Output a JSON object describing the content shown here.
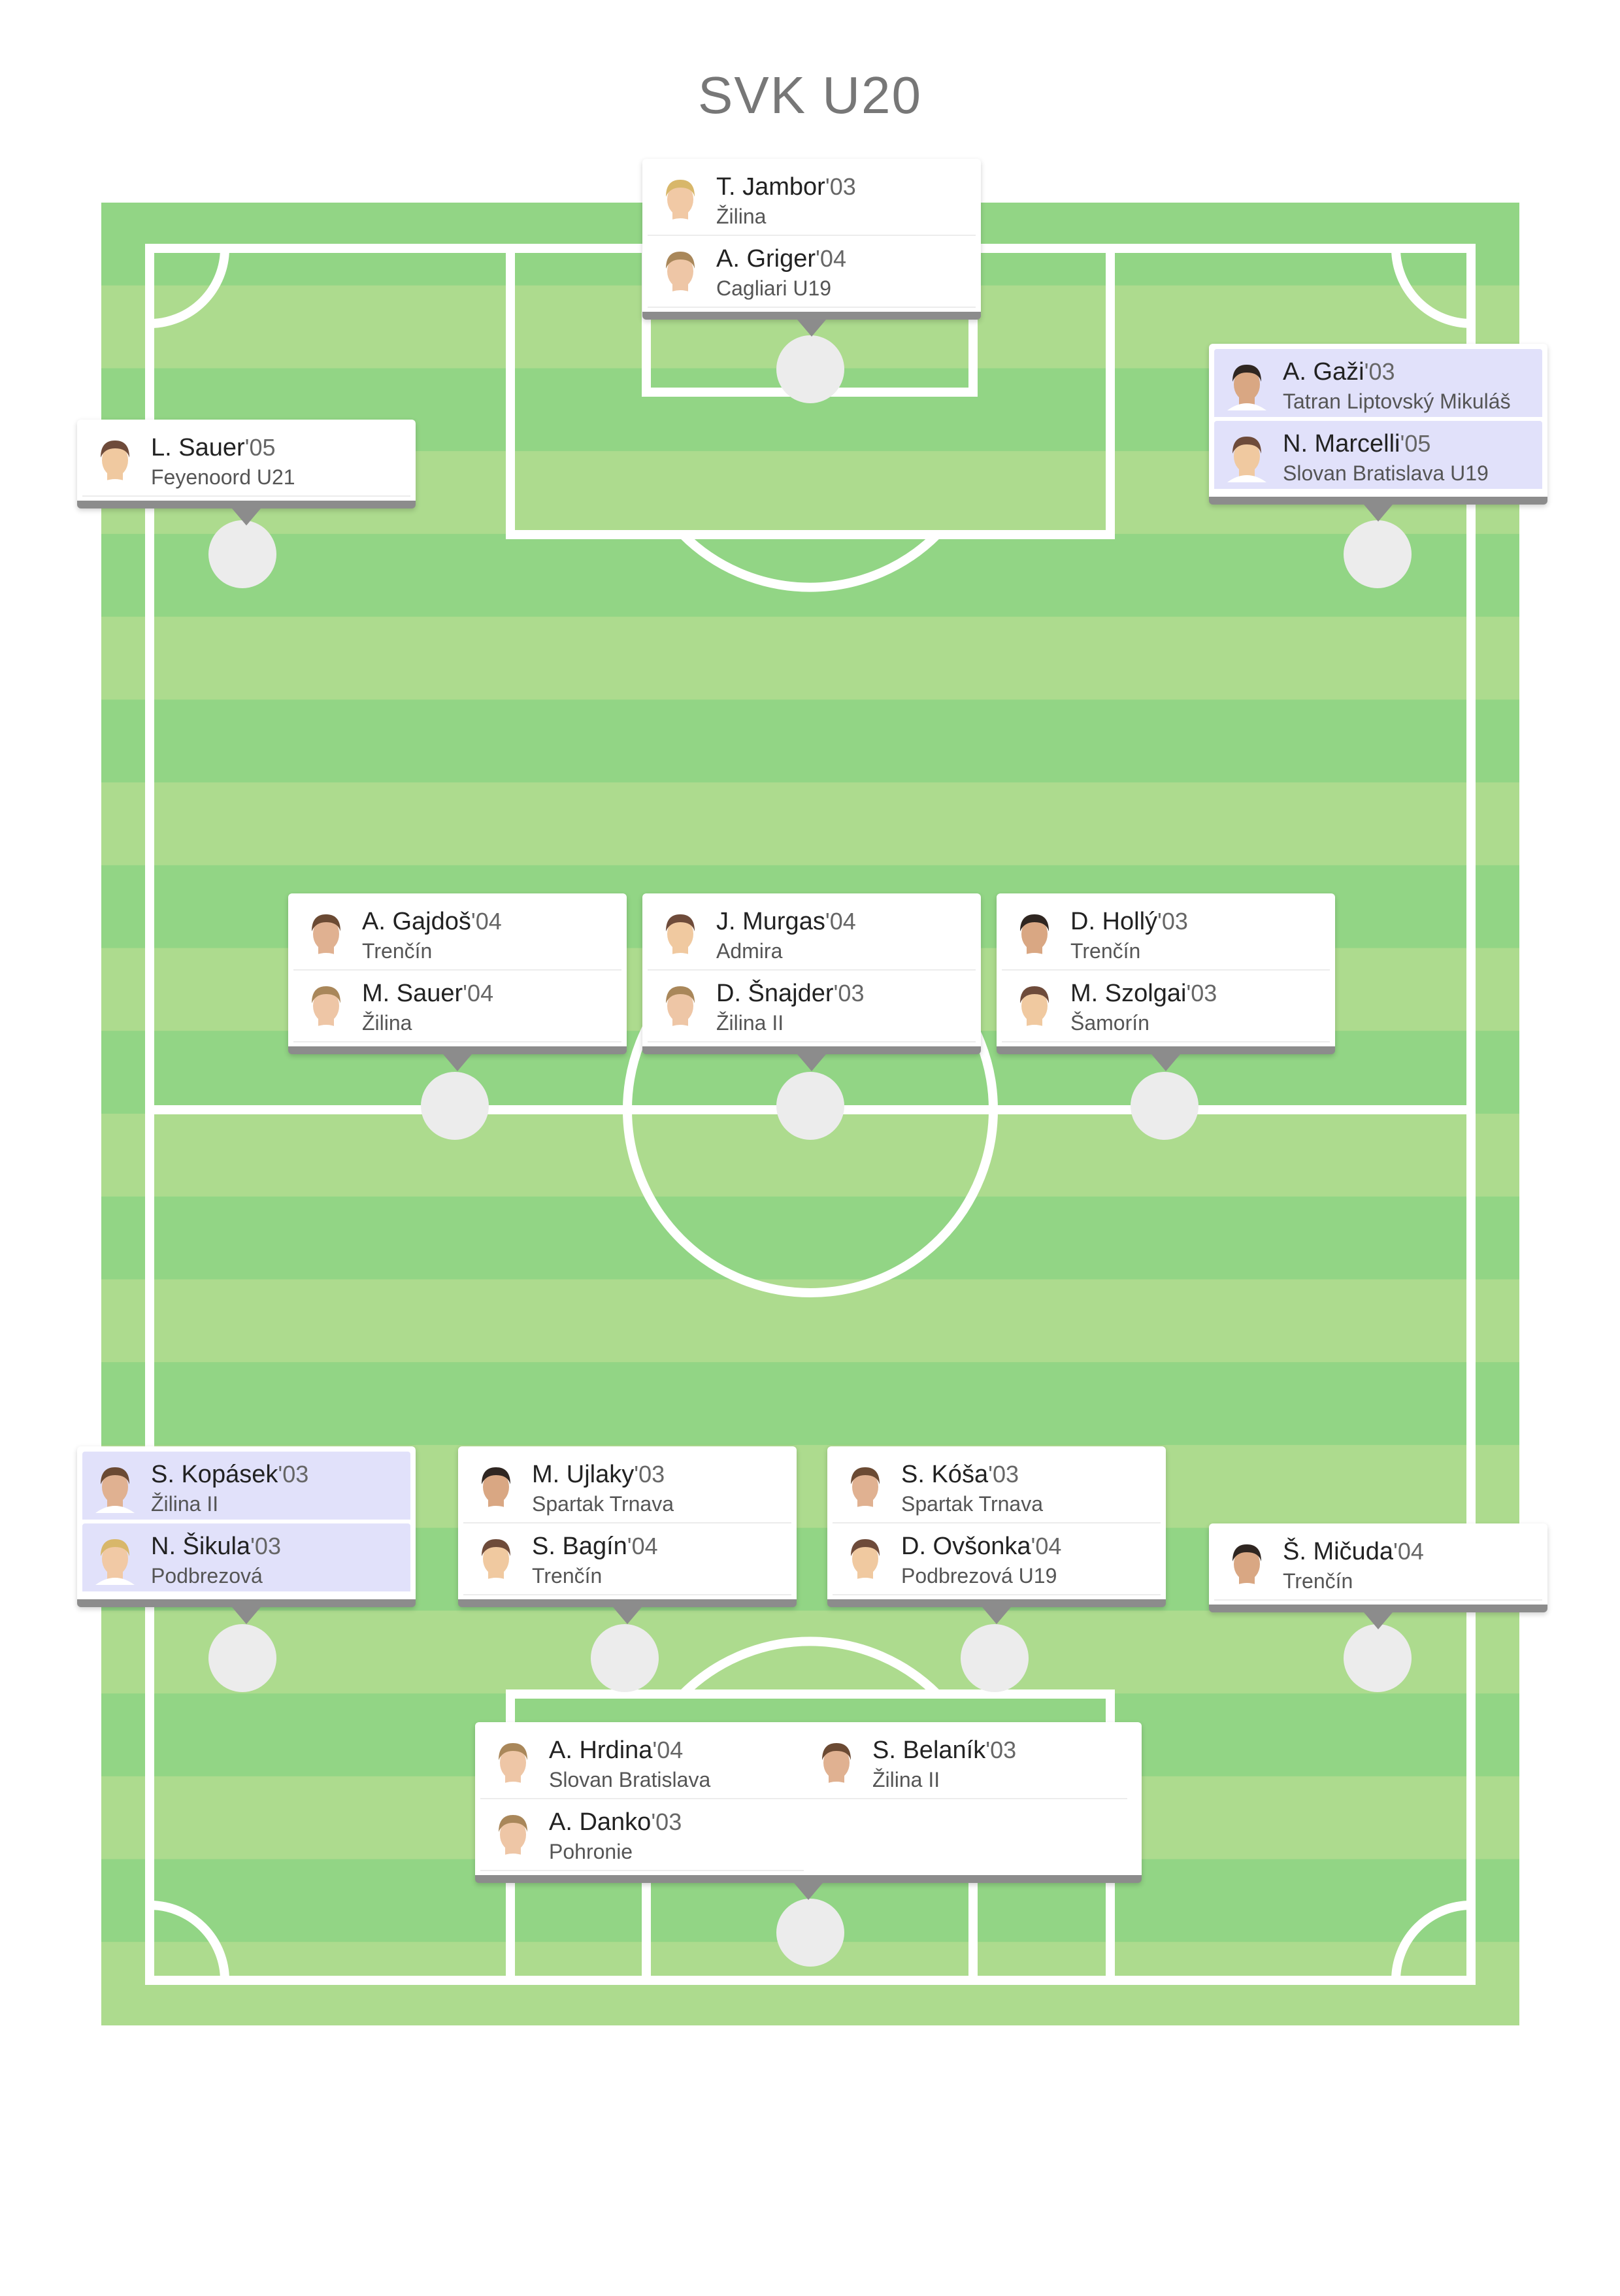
{
  "title": "SVK U20",
  "colors": {
    "stripe_dark": "#92d585",
    "stripe_light": "#addb8e",
    "line": "#ffffff",
    "marker": "#ececec",
    "highlight": "#e1e1fa",
    "card_shadow_bar": "#8c8c8c"
  },
  "positions": {
    "gk": {
      "players": [
        {
          "name": "T. Jambor",
          "year": "'03",
          "club": "Žilina",
          "highlight": false,
          "avatar": "blond"
        },
        {
          "name": "A. Griger",
          "year": "'04",
          "club": "Cagliari U19",
          "highlight": false,
          "avatar": "photo-light"
        }
      ]
    },
    "lw": {
      "players": [
        {
          "name": "L. Sauer",
          "year": "'05",
          "club": "Feyenoord U21",
          "highlight": false,
          "avatar": "placeholder"
        }
      ]
    },
    "rw": {
      "players": [
        {
          "name": "A. Gaži",
          "year": "'03",
          "club": "Tatran Liptovský Mikuláš",
          "highlight": true,
          "avatar": "photo-dark"
        },
        {
          "name": "N. Marcelli",
          "year": "'05",
          "club": "Slovan Bratislava U19",
          "highlight": true,
          "avatar": "placeholder"
        }
      ]
    },
    "cm_left": {
      "players": [
        {
          "name": "A. Gajdoš",
          "year": "'04",
          "club": "Trenčín",
          "highlight": false,
          "avatar": "photo-brown"
        },
        {
          "name": "M. Sauer",
          "year": "'04",
          "club": "Žilina",
          "highlight": false,
          "avatar": "photo-light"
        }
      ]
    },
    "cm_center": {
      "players": [
        {
          "name": "J. Murgas",
          "year": "'04",
          "club": "Admira",
          "highlight": false,
          "avatar": "placeholder"
        },
        {
          "name": "D. Šnajder",
          "year": "'03",
          "club": "Žilina II",
          "highlight": false,
          "avatar": "photo-light"
        }
      ]
    },
    "cm_right": {
      "players": [
        {
          "name": "D. Hollý",
          "year": "'03",
          "club": "Trenčín",
          "highlight": false,
          "avatar": "photo-dark"
        },
        {
          "name": "M. Szolgai",
          "year": "'03",
          "club": "Šamorín",
          "highlight": false,
          "avatar": "placeholder"
        }
      ]
    },
    "lb": {
      "players": [
        {
          "name": "S. Kopásek",
          "year": "'03",
          "club": "Žilina II",
          "highlight": true,
          "avatar": "photo-brown"
        },
        {
          "name": "N. Šikula",
          "year": "'03",
          "club": "Podbrezová",
          "highlight": true,
          "avatar": "blond"
        }
      ]
    },
    "cb_left": {
      "players": [
        {
          "name": "M. Ujlaky",
          "year": "'03",
          "club": "Spartak Trnava",
          "highlight": false,
          "avatar": "photo-dark"
        },
        {
          "name": "S. Bagín",
          "year": "'04",
          "club": "Trenčín",
          "highlight": false,
          "avatar": "placeholder"
        }
      ]
    },
    "cb_right": {
      "players": [
        {
          "name": "S. Kóša",
          "year": "'03",
          "club": "Spartak Trnava",
          "highlight": false,
          "avatar": "photo-brown"
        },
        {
          "name": "D. Ovšonka",
          "year": "'04",
          "club": "Podbrezová U19",
          "highlight": false,
          "avatar": "placeholder"
        }
      ]
    },
    "rb": {
      "players": [
        {
          "name": "Š. Mičuda",
          "year": "'04",
          "club": "Trenčín",
          "highlight": false,
          "avatar": "photo-dark"
        }
      ]
    },
    "gk2": {
      "players": [
        {
          "name": "A. Hrdina",
          "year": "'04",
          "club": "Slovan Bratislava",
          "highlight": false,
          "avatar": "photo-light"
        },
        {
          "name": "S. Belaník",
          "year": "'03",
          "club": "Žilina II",
          "highlight": false,
          "avatar": "photo-brown"
        },
        {
          "name": "A. Danko",
          "year": "'03",
          "club": "Pohronie",
          "highlight": false,
          "avatar": "photo-light"
        }
      ]
    }
  }
}
